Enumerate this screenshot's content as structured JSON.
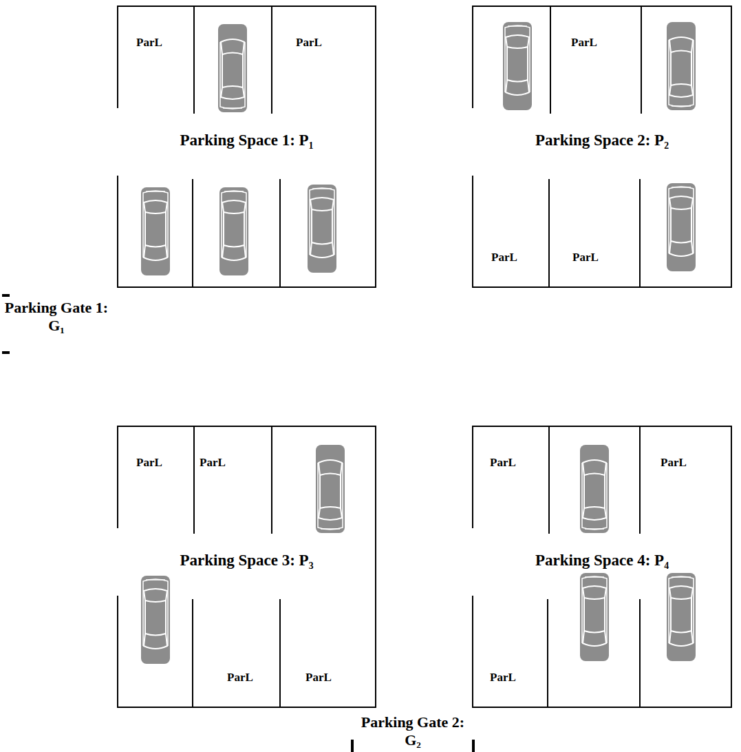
{
  "diagram": {
    "nodes": [
      {
        "text": [
          "Parking Space 1: P₁"
        ]
      },
      {
        "text": [
          "Parking Space 2: P₂"
        ]
      },
      {
        "text": [
          "Parking Space 3: P₃"
        ]
      },
      {
        "text": [
          "Parking Space 4: P₄"
        ]
      }
    ],
    "labels": [
      "ParL",
      "ParL",
      "ParL",
      "ParL",
      "ParL",
      "ParL",
      "ParL",
      "ParL",
      "ParL",
      "ParL",
      "ParL",
      "ParL",
      "Parking Gate 1: G₁",
      "Parking Gate 2: G₂"
    ]
  }
}
